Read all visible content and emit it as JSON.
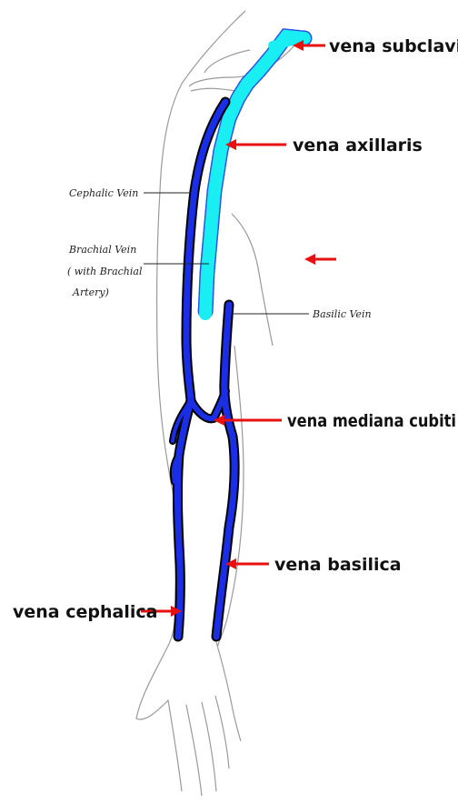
{
  "labels": {
    "subclavia": "vena subclavia",
    "axillaris": "vena axillaris",
    "mediana_cubiti": "vena mediana cubiti",
    "basilica": "vena basilica",
    "cephalica": "vena cephalica"
  },
  "original_labels": {
    "cephalic": "Cephalic Vein",
    "brachial_line1": "Brachial Vein",
    "brachial_line2": "( with Brachial",
    "brachial_line3": "Artery)",
    "basilic": "Basilic Vein"
  },
  "colors": {
    "deep_vein": "#1a2ee6",
    "light_vein": "#19eef2",
    "arrow": "#e81010",
    "outline": "#9a9a9a"
  }
}
